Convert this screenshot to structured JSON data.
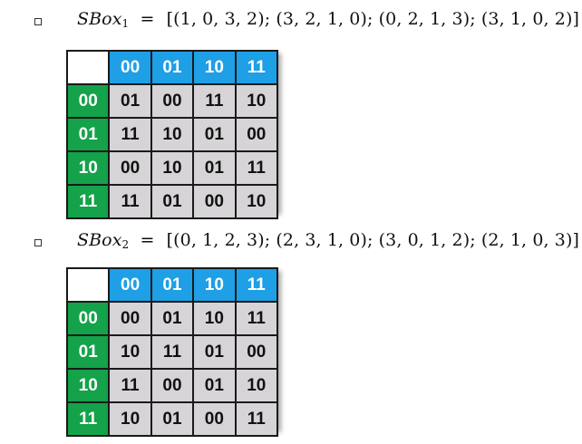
{
  "sboxes": [
    {
      "name": "SBox",
      "subscript": "1",
      "equals": "=",
      "definition": "[(1, 0, 3, 2); (3, 2, 1, 0); (0, 2, 1, 3); (3, 1, 0, 2)]",
      "col_headers": [
        "00",
        "01",
        "10",
        "11"
      ],
      "rows": [
        {
          "header": "00",
          "cells": [
            "01",
            "00",
            "11",
            "10"
          ]
        },
        {
          "header": "01",
          "cells": [
            "11",
            "10",
            "01",
            "00"
          ]
        },
        {
          "header": "10",
          "cells": [
            "00",
            "10",
            "01",
            "11"
          ]
        },
        {
          "header": "11",
          "cells": [
            "11",
            "01",
            "00",
            "10"
          ]
        }
      ]
    },
    {
      "name": "SBox",
      "subscript": "2",
      "equals": "=",
      "definition": "[(0, 1, 2, 3); (2, 3, 1, 0); (3, 0, 1, 2); (2, 1, 0, 3)]",
      "col_headers": [
        "00",
        "01",
        "10",
        "11"
      ],
      "rows": [
        {
          "header": "00",
          "cells": [
            "00",
            "01",
            "10",
            "11"
          ]
        },
        {
          "header": "01",
          "cells": [
            "10",
            "11",
            "01",
            "00"
          ]
        },
        {
          "header": "10",
          "cells": [
            "11",
            "00",
            "01",
            "10"
          ]
        },
        {
          "header": "11",
          "cells": [
            "10",
            "01",
            "00",
            "11"
          ]
        }
      ]
    }
  ],
  "colors": {
    "column_header_bg": "#1e9fe6",
    "row_header_bg": "#14a24a",
    "cell_bg": "#d6d4d6",
    "border": "#1a1a1a"
  }
}
